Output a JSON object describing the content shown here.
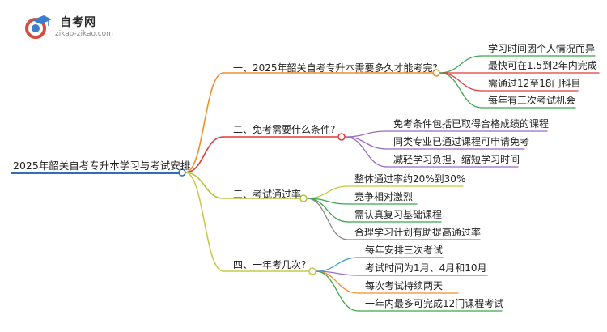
{
  "logo": {
    "title": "自考网",
    "url": "zikao-zikao.com",
    "icon": "graduation-cap-icon"
  },
  "root": {
    "label": "2025年韶关自考专升本学习与考试安排"
  },
  "branches": [
    {
      "label": "一、2025年韶关自考专升本需要多久才能考完?",
      "color": "#f28e2b",
      "leaves": [
        "学习时间因个人情况而异",
        "最快可在1.5到2年内完成",
        "需通过12至18门科目",
        "每年有三次考试机会"
      ],
      "leaf_colors": [
        "#3aa64c",
        "#e03a3a",
        "#e03a3a",
        "#3aa64c"
      ]
    },
    {
      "label": "二、免考需要什么条件?",
      "color": "#e03a3a",
      "leaves": [
        "免考条件包括已取得合格成绩的课程",
        "同类专业已通过课程可申请免考",
        "减轻学习负担，缩短学习时间"
      ],
      "leaf_colors": [
        "#9b6bc4",
        "#9b6bc4",
        "#9b6bc4"
      ]
    },
    {
      "label": "三、考试通过率",
      "color": "#b7c43a",
      "leaves": [
        "整体通过率约20%到30%",
        "竞争相对激烈",
        "需认真复习基础课程",
        "合理学习计划有助提高通过率"
      ],
      "leaf_colors": [
        "#c5c93a",
        "#3aa64c",
        "#3aa64c",
        "#888888"
      ]
    },
    {
      "label": "四、一年考几次?",
      "color": "#c7c94a",
      "leaves": [
        "每年安排三次考试",
        "考试时间为1月、4月和10月",
        "每次考试持续两天",
        "一年内最多可完成12门课程考试"
      ],
      "leaf_colors": [
        "#3aa0d8",
        "#9b6bc4",
        "#f28e2b",
        "#3aa64c"
      ]
    }
  ],
  "colors": {
    "root_line": "#2f6fb3"
  }
}
